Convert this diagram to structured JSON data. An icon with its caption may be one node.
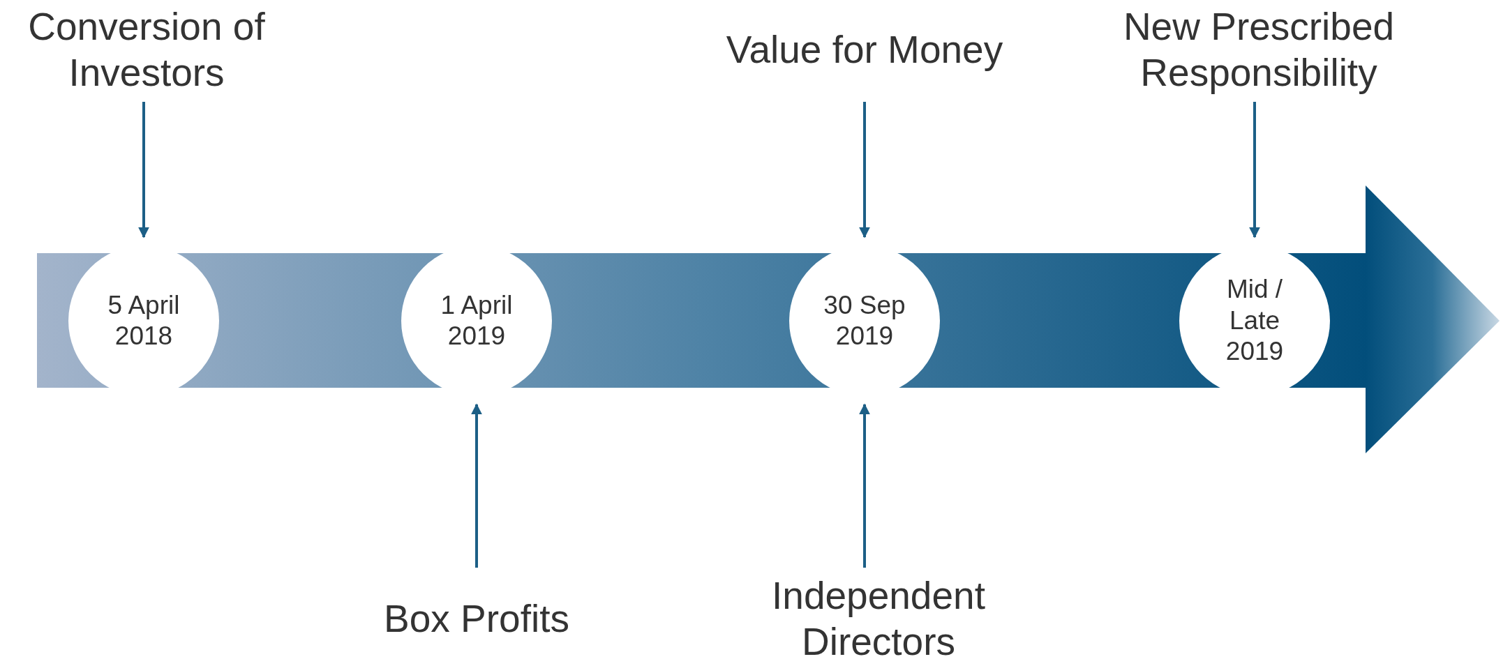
{
  "diagram": {
    "nodes": [
      {
        "text": [
          "5 April 2018"
        ]
      },
      {
        "text": [
          "1 April 2019"
        ]
      },
      {
        "text": [
          "30 Sep 2019"
        ]
      },
      {
        "text": [
          "Mid / Late 2019"
        ]
      },
      {
        "text": [
          "Conversion of Investors"
        ]
      },
      {
        "text": [
          "Box Profits"
        ]
      },
      {
        "text": [
          "Value for Money"
        ]
      },
      {
        "text": [
          "Independent Directors"
        ]
      },
      {
        "text": [
          "New Prescribed Responsibility"
        ]
      }
    ],
    "edges": [
      {
        "from": 4,
        "to": 0,
        "arrow": "to"
      },
      {
        "from": 5,
        "to": 1,
        "arrow": "to"
      },
      {
        "from": 6,
        "to": 2,
        "arrow": "to"
      },
      {
        "from": 7,
        "to": 2,
        "arrow": "to"
      },
      {
        "from": 8,
        "to": 3,
        "arrow": "to"
      }
    ]
  }
}
